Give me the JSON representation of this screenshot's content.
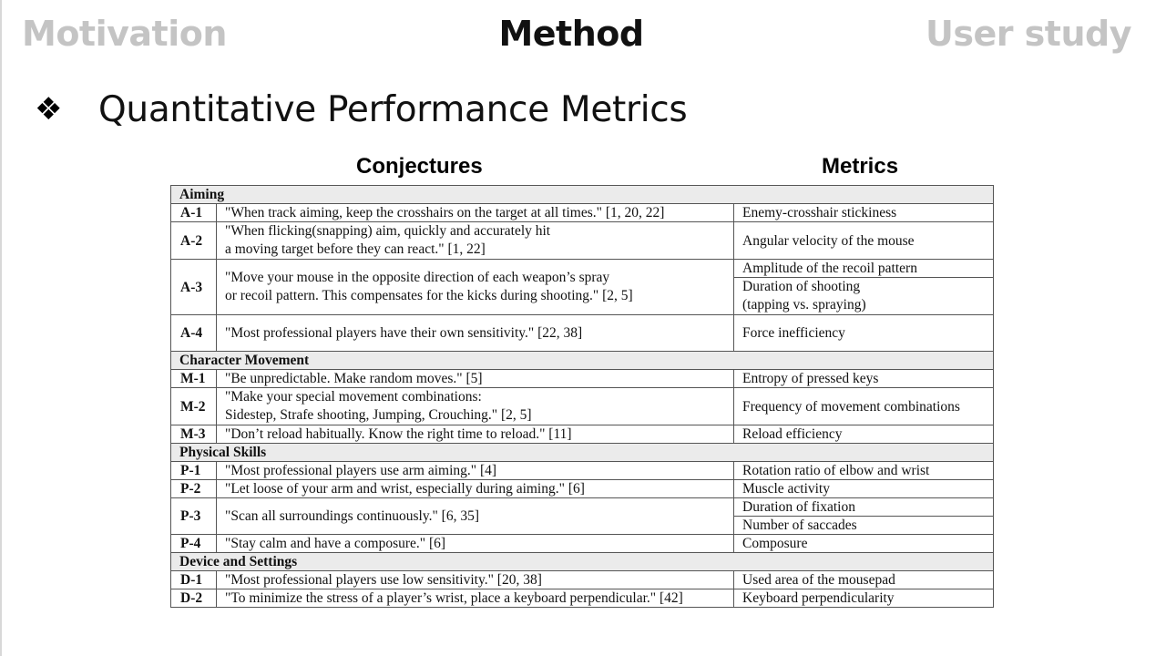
{
  "nav": {
    "motivation": "Motivation",
    "method": "Method",
    "user_study": "User study"
  },
  "heading": {
    "bullet": "❖",
    "title": "Quantitative Performance Metrics"
  },
  "columns": {
    "conjectures": "Conjectures",
    "metrics": "Metrics"
  },
  "sections": [
    {
      "name": "Aiming",
      "rows": [
        {
          "id": "A-1",
          "conj": [
            "\"When track aiming, keep the crosshairs on the target at all times.\" [1, 20, 22]"
          ],
          "metrics": [
            "Enemy-crosshair stickiness"
          ]
        },
        {
          "id": "A-2",
          "conj": [
            "\"When flicking(snapping) aim, quickly and accurately hit",
            "a moving target before they can react.\" [1, 22]"
          ],
          "metrics": [
            "Angular velocity of the mouse"
          ]
        },
        {
          "id": "A-3",
          "conj": [
            "\"Move your mouse in the opposite direction of each weapon’s spray",
            "or recoil pattern. This compensates for the kicks during shooting.\" [2, 5]"
          ],
          "metrics": [
            "Amplitude of the recoil pattern",
            "Duration of shooting",
            "(tapping vs. spraying)"
          ]
        },
        {
          "id": "A-4",
          "conj": [
            "\"Most professional players have their own sensitivity.\" [22, 38]"
          ],
          "metrics": [
            "Force inefficiency"
          ]
        }
      ]
    },
    {
      "name": "Character Movement",
      "rows": [
        {
          "id": "M-1",
          "conj": [
            "\"Be unpredictable. Make random moves.\" [5]"
          ],
          "metrics": [
            "Entropy of pressed keys"
          ]
        },
        {
          "id": "M-2",
          "conj": [
            "\"Make your special movement combinations:",
            "Sidestep, Strafe shooting, Jumping, Crouching.\" [2, 5]"
          ],
          "metrics": [
            "Frequency of movement combinations"
          ]
        },
        {
          "id": "M-3",
          "conj": [
            "\"Don’t reload habitually. Know the right time to reload.\" [11]"
          ],
          "metrics": [
            "Reload efficiency"
          ]
        }
      ]
    },
    {
      "name": "Physical Skills",
      "rows": [
        {
          "id": "P-1",
          "conj": [
            "\"Most professional players use arm aiming.\" [4]"
          ],
          "metrics": [
            "Rotation ratio of elbow and wrist"
          ]
        },
        {
          "id": "P-2",
          "conj": [
            "\"Let loose of your arm and wrist, especially during aiming.\" [6]"
          ],
          "metrics": [
            "Muscle activity"
          ]
        },
        {
          "id": "P-3",
          "conj": [
            "\"Scan all surroundings continuously.\" [6, 35]"
          ],
          "metrics": [
            "Duration of fixation",
            "Number of saccades"
          ]
        },
        {
          "id": "P-4",
          "conj": [
            "\"Stay calm and have a composure.\" [6]"
          ],
          "metrics": [
            "Composure"
          ]
        }
      ]
    },
    {
      "name": "Device and Settings",
      "rows": [
        {
          "id": "D-1",
          "conj": [
            "\"Most professional players use low sensitivity.\" [20, 38]"
          ],
          "metrics": [
            "Used area of the mousepad"
          ]
        },
        {
          "id": "D-2",
          "conj": [
            "\"To minimize the stress of a player’s wrist, place a keyboard perpendicular.\" [42]"
          ],
          "metrics": [
            "Keyboard perpendicularity"
          ]
        }
      ]
    }
  ]
}
